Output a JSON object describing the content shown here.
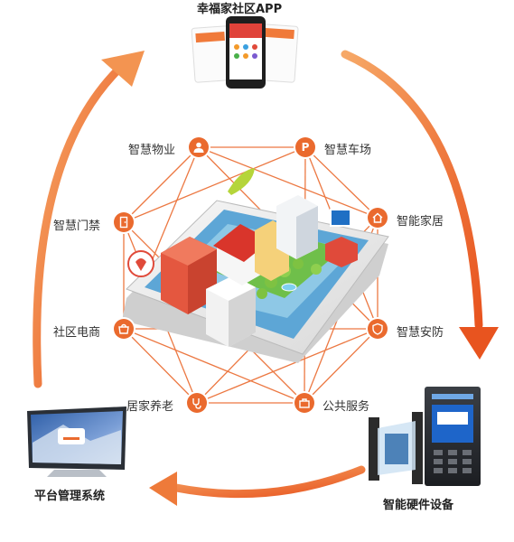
{
  "colors": {
    "accent": "#ea6a2e",
    "accent_light": "#f3a35c"
  },
  "corners": {
    "app": {
      "label": "幸福家社区APP"
    },
    "platform": {
      "label": "平台管理系统"
    },
    "hardware": {
      "label": "智能硬件设备"
    }
  },
  "nodes": [
    {
      "id": "property",
      "label": "智慧物业",
      "icon": "person-icon"
    },
    {
      "id": "parking",
      "label": "智慧车场",
      "icon": "parking-icon"
    },
    {
      "id": "home",
      "label": "智能家居",
      "icon": "house-icon"
    },
    {
      "id": "security",
      "label": "智慧安防",
      "icon": "shield-icon"
    },
    {
      "id": "public",
      "label": "公共服务",
      "icon": "service-icon"
    },
    {
      "id": "elderly",
      "label": "居家养老",
      "icon": "stethoscope-icon"
    },
    {
      "id": "commerce",
      "label": "社区电商",
      "icon": "shop-icon"
    },
    {
      "id": "access",
      "label": "智慧门禁",
      "icon": "door-icon"
    }
  ]
}
